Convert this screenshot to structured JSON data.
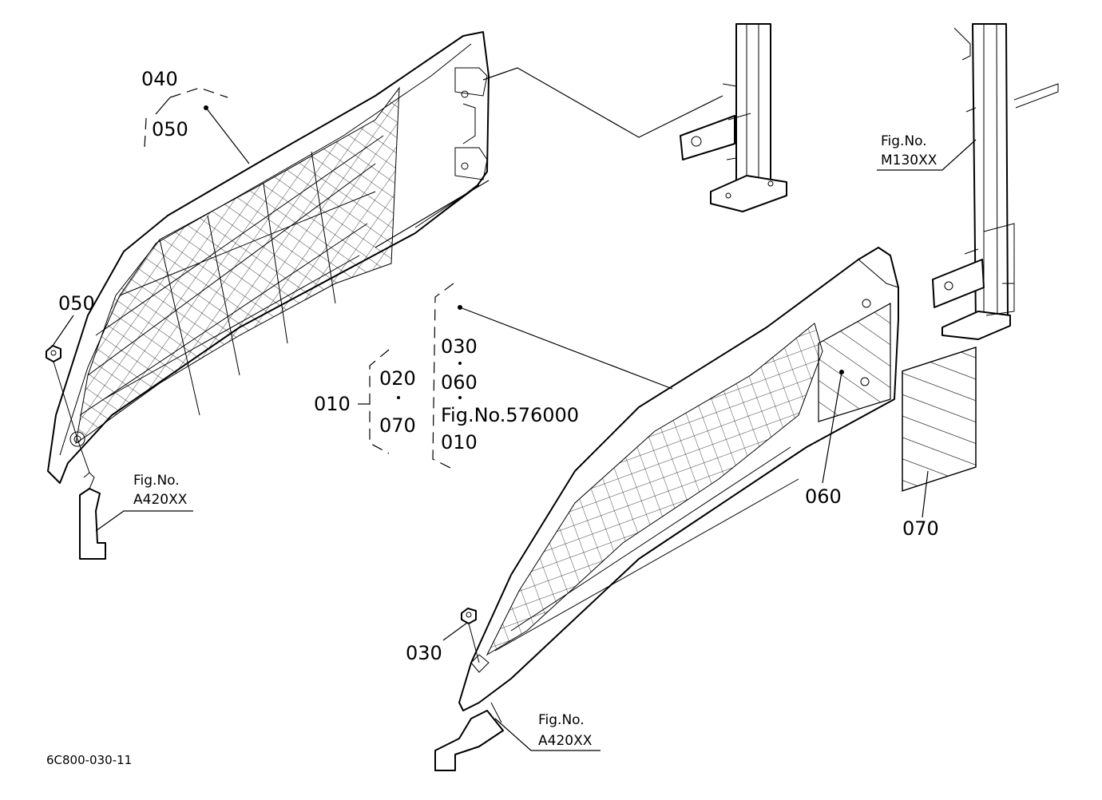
{
  "labels": {
    "part_040": "040",
    "part_050_top": "050",
    "part_050_left": "050",
    "part_010": "010",
    "part_020": "020",
    "part_070_group": "070",
    "part_030_list": "030",
    "part_060_list": "060",
    "ref_576000": "Fig.No.576000",
    "part_010_list": "010",
    "part_060": "060",
    "part_070": "070",
    "part_030": "030",
    "fig_a420_left_1": "Fig.No.",
    "fig_a420_left_2": "A420XX",
    "fig_a420_bottom_1": "Fig.No.",
    "fig_a420_bottom_2": "A420XX",
    "fig_m130_1": "Fig.No.",
    "fig_m130_2": "M130XX",
    "drawing_code": "6C800-030-11"
  }
}
